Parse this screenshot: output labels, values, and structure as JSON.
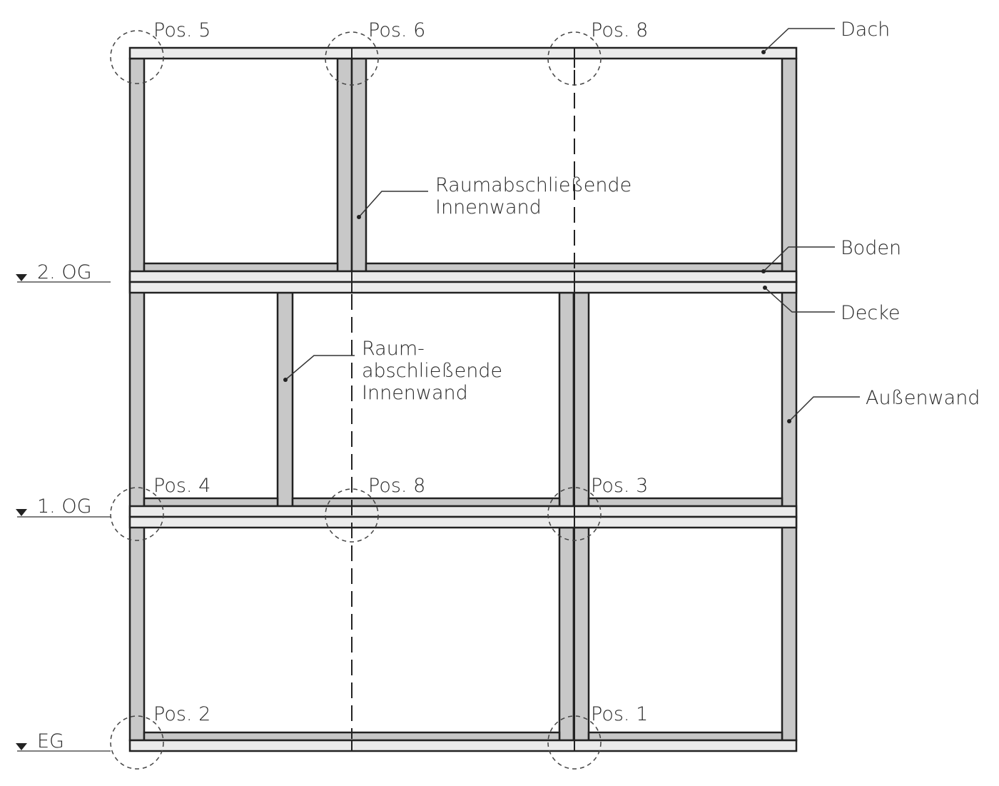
{
  "labels": {
    "dach": "Dach",
    "boden": "Boden",
    "decke": "Decke",
    "aussenwand": "Außenwand",
    "innenwand_top_1": "Raumabschließende",
    "innenwand_top_2": "Innenwand",
    "innenwand_mid_1": "Raum-",
    "innenwand_mid_2": "abschließende",
    "innenwand_mid_3": "Innenwand"
  },
  "levels": [
    "2. OG",
    "1. OG",
    "EG"
  ],
  "positions": [
    "Pos. 5",
    "Pos. 6",
    "Pos. 8",
    "Pos. 4",
    "Pos. 8",
    "Pos. 3",
    "Pos. 2",
    "Pos. 1"
  ],
  "colors": {
    "wall": "#c8c8c8",
    "slab": "#ebebeb",
    "line": "#222222"
  }
}
